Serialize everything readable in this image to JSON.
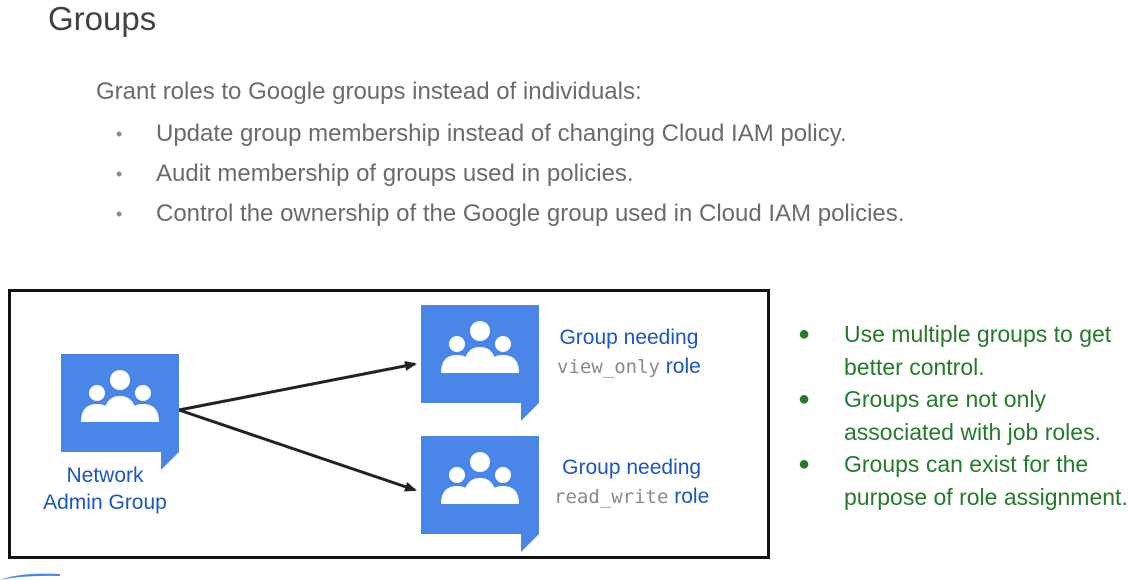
{
  "title": "Groups",
  "intro": "Grant roles to Google groups instead of individuals:",
  "bullets": [
    "Update group membership instead of changing Cloud IAM policy.",
    "Audit membership of groups used in policies.",
    "Control the ownership of the Google group used in Cloud IAM policies."
  ],
  "bullet_glyph": "•",
  "diagram": {
    "source_group": {
      "line1": "Network",
      "line2": "Admin Group",
      "icon": "group-icon"
    },
    "targets": [
      {
        "line1": "Group needing",
        "role_code": "view_only",
        "role_suffix": "role",
        "icon": "group-icon"
      },
      {
        "line1": "Group needing",
        "role_code": "read_write",
        "role_suffix": "role",
        "icon": "group-icon"
      }
    ],
    "icon_color": "#4a86e8",
    "label_color": "#1a56c4"
  },
  "notes": [
    "Use multiple groups to get better control.",
    "Groups are not only associated with job roles.",
    "Groups can exist for the purpose of role assignment."
  ],
  "note_glyph": "●",
  "note_color": "#267a2c"
}
